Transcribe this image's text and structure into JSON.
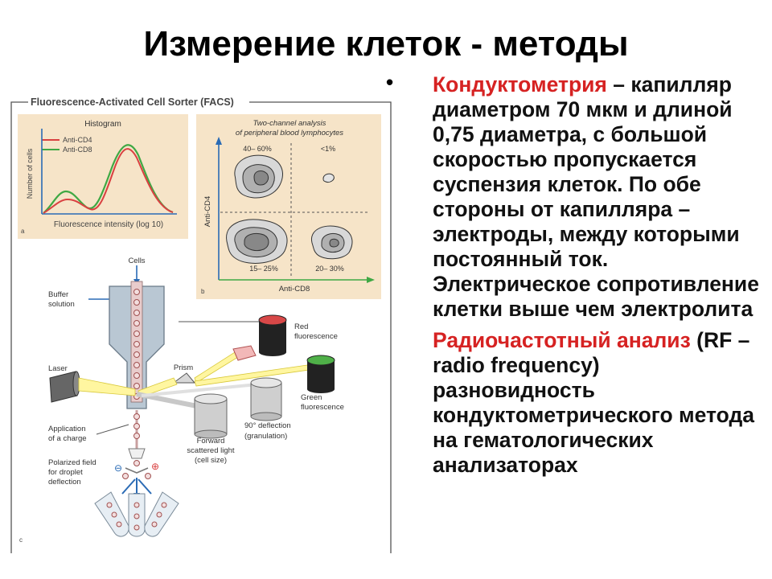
{
  "slide": {
    "title": "Измерение клеток - методы"
  },
  "figure": {
    "facs_title": "Fluorescence-Activated Cell Sorter (FACS)",
    "histogram": {
      "title": "Histogram",
      "legend": [
        "Anti-CD4",
        "Anti-CD8"
      ],
      "ylabel": "Number of cells",
      "xlabel": "Fluorescence intensity (log 10)",
      "panel": "a",
      "colors": {
        "cd4": "#d94040",
        "cd8": "#3fa844"
      }
    },
    "two_channel": {
      "title_line1": "Two-channel analysis",
      "title_line2": "of peripheral blood lymphocytes",
      "ylabel": "Anti-CD4",
      "xlabel": "Anti-CD8",
      "q_top_left": "40– 60%",
      "q_top_right": "<1%",
      "q_bottom_left": "15– 25%",
      "q_bottom_right": "20– 30%",
      "panel": "b"
    },
    "apparatus": {
      "cells": "Cells",
      "buffer_1": "Buffer",
      "buffer_2": "solution",
      "laser": "Laser",
      "prism": "Prism",
      "red_1": "Red",
      "red_2": "fluorescence",
      "green_1": "Green",
      "green_2": "fluorescence",
      "deflect_1": "90° deflection",
      "deflect_2": "(granulation)",
      "forward_1": "Forward",
      "forward_2": "scattered light",
      "forward_3": "(cell size)",
      "charge_1": "Application",
      "charge_2": "of a charge",
      "field_1": "Polarized field",
      "field_2": "for droplet",
      "field_3": "deflection",
      "minus": "⊖",
      "plus": "⊕",
      "panel": "c"
    }
  },
  "bullets": [
    {
      "highlight": "Кондуктометрия",
      "text": " – капилляр диаметром 70 мкм и длиной 0,75 диаметра, с большой скоростью пропускается суспензия клеток. По обе стороны от капилляра – электроды, между которыми постоянный ток. Электрическое сопротивление клетки выше чем электролита"
    },
    {
      "highlight": "Радиочастотный анализ",
      "text": " (RF –radio frequency) разновидность кондуктометрического метода на гематологических анализаторах"
    }
  ],
  "bullet_symbol": "•"
}
